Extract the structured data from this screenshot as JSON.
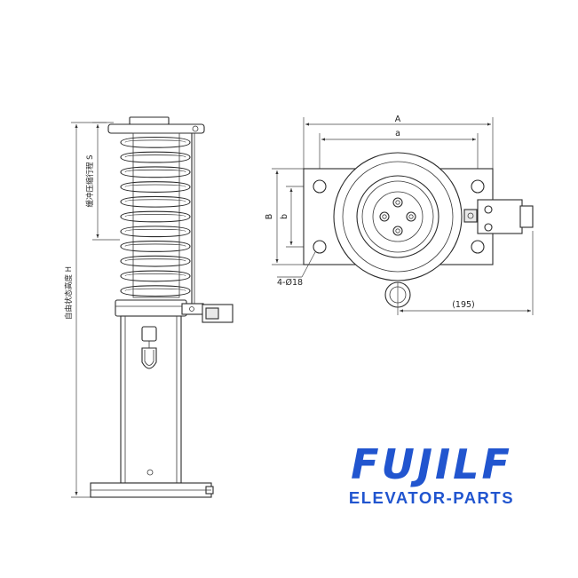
{
  "side_view": {
    "label_free_height": "自由状态高度 H",
    "label_stroke": "缓冲压缩行程 S"
  },
  "top_view": {
    "dim_A": "A",
    "dim_a": "a",
    "dim_B": "B",
    "dim_b": "b",
    "holes": "4-Ø18",
    "offset": "(195)"
  },
  "brand": {
    "name": "FUJILF",
    "tagline": "ELEVATOR-PARTS",
    "color": "#2155cf"
  }
}
